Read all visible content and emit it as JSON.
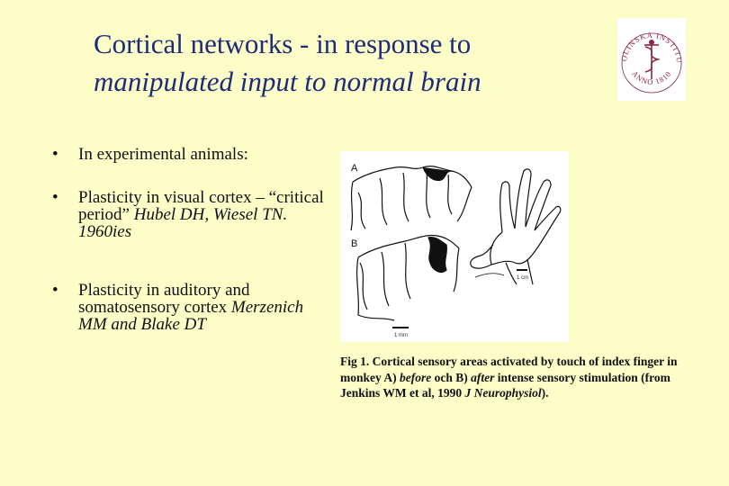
{
  "title": {
    "line1": "Cortical networks - in response to",
    "line2": "manipulated input to normal brain"
  },
  "logo": {
    "text_top": "KAROLINSKA INSTITUTET",
    "text_bottom": "ANNO 1810",
    "color": "#8a2740"
  },
  "bullets": [
    {
      "marker": "•",
      "text": "In experimental animals:",
      "cite": ""
    },
    {
      "marker": "•",
      "text": "Plasticity in visual cortex – “critical period”",
      "cite": "Hubel DH, Wiesel TN. 1960ies"
    },
    {
      "marker": "•",
      "text": "Plasticity in auditory and somatosensory cortex",
      "cite": "Merzenich MM and Blake DT"
    }
  ],
  "figure": {
    "label_a": "A",
    "label_b": "B",
    "scale_brain": "1 mm",
    "scale_hand": "1 cm"
  },
  "caption": {
    "p1": "Fig 1. Cortical sensory areas activated by touch of index finger in monkey A) ",
    "p2": "before",
    "p3": " och B) ",
    "p4": "after",
    "p5": " intense sensory stimulation (from Jenkins WM et al, 1990 ",
    "p6": "J Neurophysiol",
    "p7": ")."
  }
}
